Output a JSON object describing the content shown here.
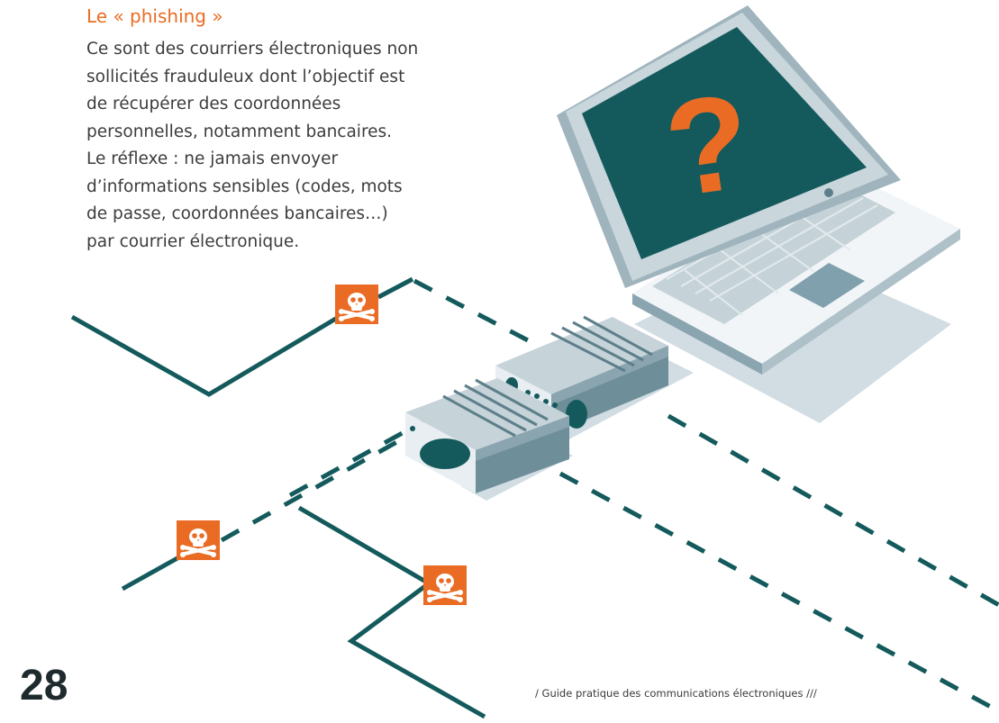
{
  "heading": "Le « phishing »",
  "paragraph_lines": [
    "Ce sont des courriers électroniques non",
    "sollicités frauduleux dont l’objectif est",
    "de récupérer des coordonnées",
    "personnelles, notamment bancaires.",
    "Le réflexe : ne jamais envoyer",
    "d’informations sensibles (codes, mots",
    "de passe, coordonnées bancaires…)",
    "par courrier électronique."
  ],
  "illustration": {
    "screen_symbol": "?",
    "icons": [
      "laptop-icon",
      "modem-icon",
      "skull-crossbones-icon"
    ],
    "colors": {
      "network_line": "#145a5c",
      "warning_orange": "#ea6c24",
      "screen": "#145a5c",
      "device_dark": "#6e8f99",
      "device_light": "#c6d3d9"
    }
  },
  "page_number": "28",
  "footer": "/ Guide pratique des communications électroniques ///"
}
